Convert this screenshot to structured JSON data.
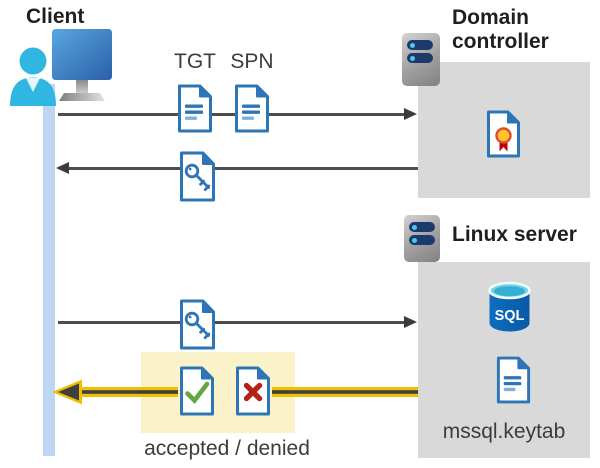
{
  "client": {
    "label": "Client"
  },
  "domain_controller": {
    "label": "Domain controller"
  },
  "linux_server": {
    "label": "Linux server",
    "sql_label": "SQL",
    "keytab_label": "mssql.keytab"
  },
  "flow": {
    "tgt_label": "TGT",
    "spn_label": "SPN",
    "result_label": "accepted / denied"
  },
  "icons": {
    "client": "person-at-monitor",
    "domain_controller": "server-rack",
    "linux_server": "server-rack",
    "tgt": "text-document",
    "spn": "text-document",
    "service_ticket": "key-document",
    "certificate": "certificate-document",
    "accepted": "check-document",
    "denied": "cross-document",
    "database": "sql-database-cylinder",
    "keytab": "text-document"
  },
  "colors": {
    "doc_blue": "#2e75b6",
    "box_gray": "#d9d9d9",
    "timeline_blue": "#bcd6f4",
    "highlight_yellow": "#faf2c8",
    "arrow_yellow": "#f0c000",
    "arrow_gray": "#4d4d4d",
    "check_green": "#62a744",
    "cross_red": "#b42318",
    "seal_yellow": "#ffc62a",
    "seal_red": "#c00000",
    "person_cyan": "#2fb7e1"
  }
}
